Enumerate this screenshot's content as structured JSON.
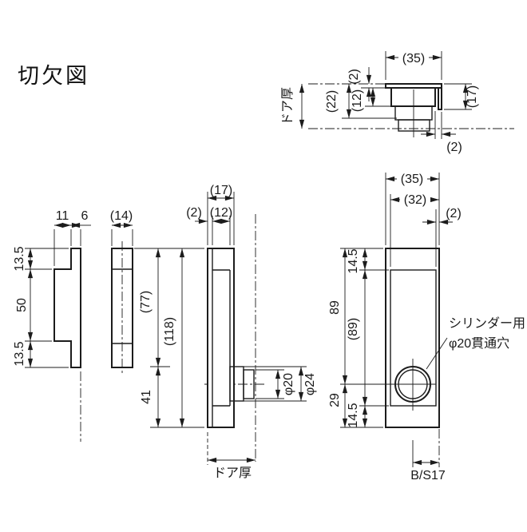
{
  "title": "切欠図",
  "labels": {
    "ts_door": "ドア厚",
    "ts_width": "(35)",
    "ts_flange_t": "(2)",
    "ts_body_d": "(12)",
    "ts_total_d": "(22)",
    "ts_height": "(17)",
    "ts_lip": "(2)",
    "pf_w1": "11",
    "pf_w2": "6",
    "pf_h_top": "13.5",
    "pf_h_mid": "50",
    "pf_h_bot": "13.5",
    "ev_w": "(14)",
    "cs_w": "(17)",
    "cs_lip": "(2)",
    "cs_inner": "(12)",
    "cs_h_upper": "(77)",
    "cs_h_total": "(118)",
    "cs_h_lower": "41",
    "cs_d20": "φ20",
    "cs_d24": "φ24",
    "cs_door": "ドア厚",
    "fv_w": "(35)",
    "fv_inner_w": "(32)",
    "fv_lip": "(2)",
    "fv_t_top": "14.5",
    "fv_center": "89",
    "fv_inner_h": "(89)",
    "fv_b_center": "29",
    "fv_t_bot": "14.5",
    "fv_backset": "B/S17",
    "annotation_line1": "シリンダー用",
    "annotation_line2": "φ20貫通穴"
  },
  "colors": {
    "line": "#1c1c1c",
    "background": "#ffffff"
  }
}
